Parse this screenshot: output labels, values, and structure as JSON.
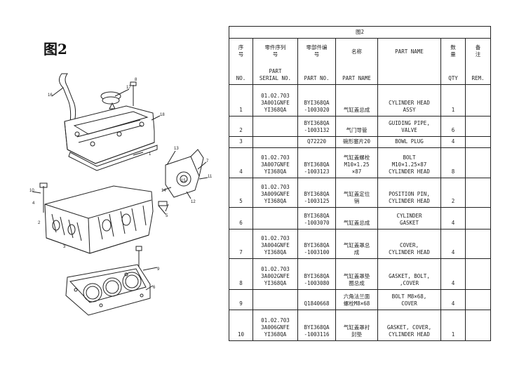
{
  "figure_label": "图2",
  "table": {
    "title": "图2",
    "header_cn": [
      "序\n号",
      "零件序列\n号",
      "零部件编\n号",
      "名称",
      "PART NAME",
      "数\n量",
      "备\n注"
    ],
    "header_en": [
      "NO.",
      "PART\nSERIAL NO.",
      "PART NO.",
      "PART NAME",
      "",
      "QTY",
      "REM."
    ],
    "rows": [
      {
        "no": "1",
        "serial": "01.02.703\n3A001GNFE\nYI368QA",
        "part_no": "BYI368QA\n-1003020",
        "name_cn": "气缸盖总成",
        "name_en": "CYLINDER HEAD\nASSY",
        "qty": "1",
        "rem": ""
      },
      {
        "no": "2",
        "serial": "",
        "part_no": "BYI368QA\n-1003132",
        "name_cn": "气门导管",
        "name_en": "GUIDING PIPE,\nVALVE",
        "qty": "6",
        "rem": ""
      },
      {
        "no": "3",
        "serial": "",
        "part_no": "Q72220",
        "name_cn": "碗形塞片20",
        "name_en": "BOWL PLUG",
        "qty": "4",
        "rem": ""
      },
      {
        "no": "4",
        "serial": "01.02.703\n3A007GNFE\nYI368QA",
        "part_no": "BYI368QA\n-1003123",
        "name_cn": "气缸盖螺栓\nM10×1.25\n×87",
        "name_en": "BOLT\nM10×1.25×87\nCYLINDER HEAD",
        "qty": "8",
        "rem": ""
      },
      {
        "no": "5",
        "serial": "01.02.703\n3A009GNFE\nYI368QA",
        "part_no": "BYI368QA\n-1003125",
        "name_cn": "气缸盖定位\n销",
        "name_en": "POSITION PIN,\nCYLINDER HEAD",
        "qty": "2",
        "rem": ""
      },
      {
        "no": "6",
        "serial": "",
        "part_no": "BYI368QA\n-1003070",
        "name_cn": "气缸盖总成",
        "name_en": "CYLINDER\nGASKET",
        "qty": "4",
        "rem": ""
      },
      {
        "no": "7",
        "serial": "01.02.703\n3A004GNFE\nYI368QA",
        "part_no": "BYI368QA\n-1003100",
        "name_cn": "气缸盖罩总\n成",
        "name_en": "COVER,\nCYLINDER HEAD",
        "qty": "4",
        "rem": ""
      },
      {
        "no": "8",
        "serial": "01.02.703\n3A002GNFE\nYI368QA",
        "part_no": "BYI368QA\n-1003080",
        "name_cn": "气缸盖罩垫\n圈总成",
        "name_en": "GASKET, BOLT,\n,COVER",
        "qty": "4",
        "rem": ""
      },
      {
        "no": "9",
        "serial": "",
        "part_no": "Q1840668",
        "name_cn": "六角法兰面\n螺栓M8×68",
        "name_en": "BOLT M8×68,\nCOVER",
        "qty": "4",
        "rem": ""
      },
      {
        "no": "10",
        "serial": "01.02.703\n3A006GNFE\nYI368QA",
        "part_no": "BYI368QA\n-1003116",
        "name_cn": "气缸盖罩衬\n封垫",
        "name_en": "GASKET, COVER,\nCYLINDER HEAD",
        "qty": "1",
        "rem": ""
      }
    ]
  },
  "callouts": [
    "1",
    "2",
    "3",
    "4",
    "5",
    "6",
    "7",
    "8",
    "9",
    "10",
    "11",
    "12",
    "13",
    "14",
    "15",
    "16",
    "17",
    "18"
  ]
}
